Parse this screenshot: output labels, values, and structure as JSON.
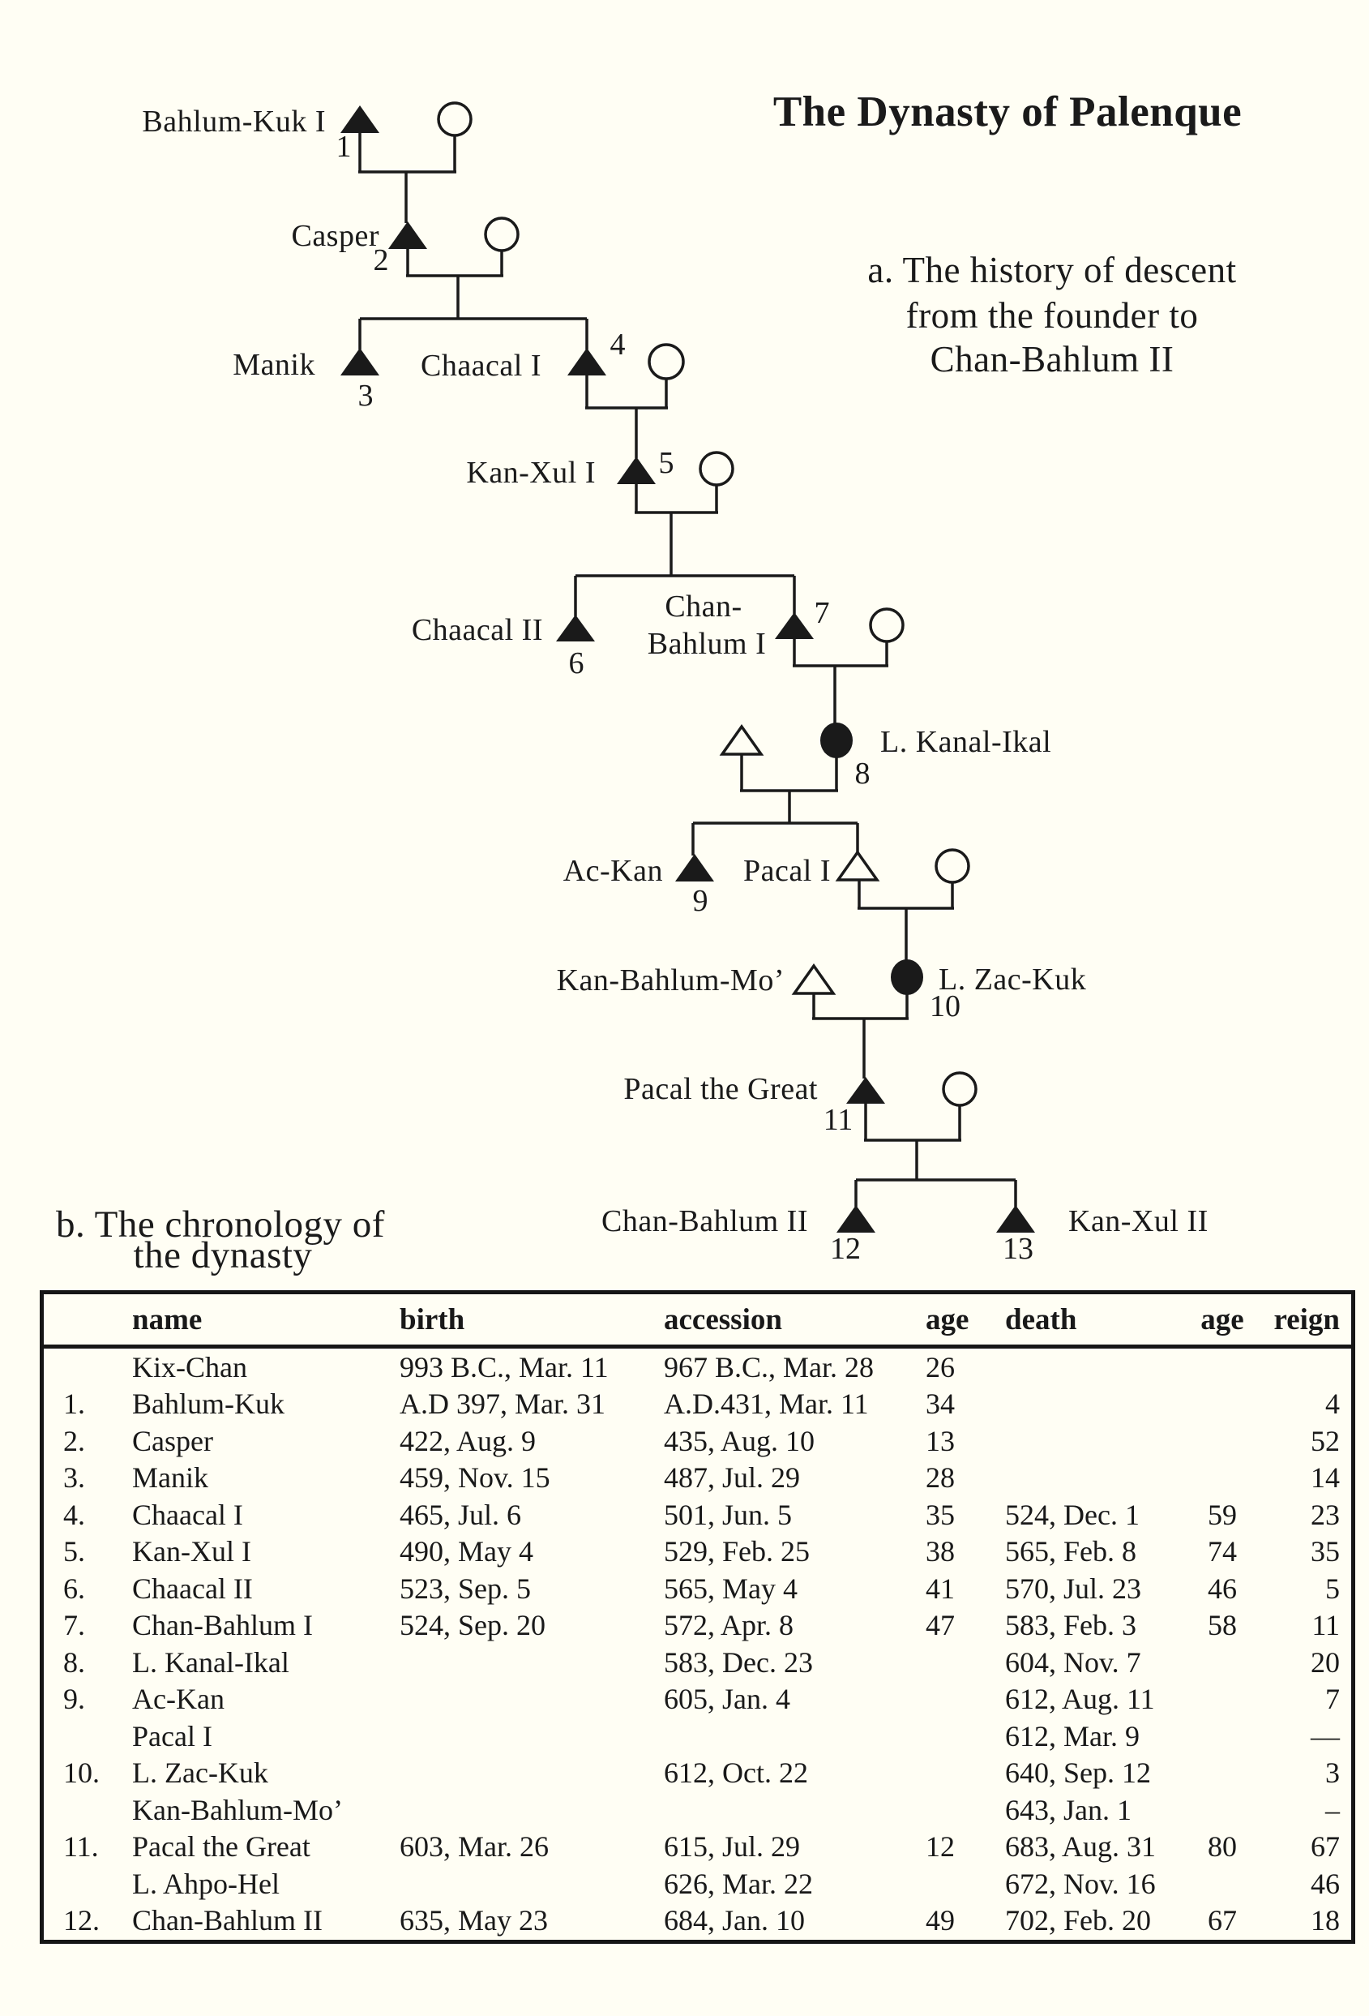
{
  "page": {
    "background": "#fffef4",
    "ink": "#1a1a1a"
  },
  "title": "The Dynasty of Palenque",
  "caption_a": {
    "line1": "a. The history of descent",
    "line2": "from the founder to",
    "line3": "Chan-Bahlum II"
  },
  "caption_b": {
    "line1": "b. The chronology of",
    "line2": "the dynasty"
  },
  "tree": {
    "labels": {
      "bahlum_kuk_i": "Bahlum-Kuk I",
      "casper": "Casper",
      "manik": "Manik",
      "chaacal_i": "Chaacal I",
      "kan_xul_i": "Kan-Xul I",
      "chaacal_ii": "Chaacal II",
      "chan_bahlum_i_line1": "Chan-",
      "chan_bahlum_i_line2": "Bahlum I",
      "l_kanal_ikal": "L. Kanal-Ikal",
      "ac_kan": "Ac-Kan",
      "pacal_i": "Pacal I",
      "kan_bahlum_mo": "Kan-Bahlum-Mo’",
      "l_zac_kuk": "L. Zac-Kuk",
      "pacal_the_great": "Pacal the Great",
      "chan_bahlum_ii": "Chan-Bahlum II",
      "kan_xul_ii": "Kan-Xul II"
    },
    "numbers": {
      "n1": "1",
      "n2": "2",
      "n3": "3",
      "n4": "4",
      "n5": "5",
      "n6": "6",
      "n7": "7",
      "n8": "8",
      "n9": "9",
      "n10": "10",
      "n11": "11",
      "n12": "12",
      "n13": "13"
    }
  },
  "table": {
    "headers": [
      "name",
      "birth",
      "accession",
      "age",
      "death",
      "age",
      "reign"
    ],
    "column_keys": [
      "num",
      "name",
      "birth",
      "accession",
      "age1",
      "death",
      "age2",
      "reign"
    ],
    "rows": [
      {
        "num": "",
        "name": "Kix-Chan",
        "birth": "993 B.C., Mar. 11",
        "accession": "967 B.C., Mar. 28",
        "age1": "26",
        "death": "",
        "age2": "",
        "reign": ""
      },
      {
        "num": "1.",
        "name": "Bahlum-Kuk",
        "birth": "A.D 397, Mar. 31",
        "accession": "A.D.431, Mar. 11",
        "age1": "34",
        "death": "",
        "age2": "",
        "reign": "4"
      },
      {
        "num": "2.",
        "name": "Casper",
        "birth": "422, Aug. 9",
        "accession": "435, Aug. 10",
        "age1": "13",
        "death": "",
        "age2": "",
        "reign": "52"
      },
      {
        "num": "3.",
        "name": "Manik",
        "birth": "459, Nov. 15",
        "accession": "487, Jul. 29",
        "age1": "28",
        "death": "",
        "age2": "",
        "reign": "14"
      },
      {
        "num": "4.",
        "name": "Chaacal I",
        "birth": "465, Jul. 6",
        "accession": "501, Jun. 5",
        "age1": "35",
        "death": "524, Dec. 1",
        "age2": "59",
        "reign": "23"
      },
      {
        "num": "5.",
        "name": "Kan-Xul I",
        "birth": "490, May 4",
        "accession": "529, Feb. 25",
        "age1": "38",
        "death": "565, Feb. 8",
        "age2": "74",
        "reign": "35"
      },
      {
        "num": "6.",
        "name": "Chaacal II",
        "birth": "523, Sep. 5",
        "accession": "565, May 4",
        "age1": "41",
        "death": "570, Jul. 23",
        "age2": "46",
        "reign": "5"
      },
      {
        "num": "7.",
        "name": "Chan-Bahlum I",
        "birth": "524, Sep. 20",
        "accession": "572, Apr. 8",
        "age1": "47",
        "death": "583, Feb. 3",
        "age2": "58",
        "reign": "11"
      },
      {
        "num": "8.",
        "name": "L. Kanal-Ikal",
        "birth": "",
        "accession": "583, Dec. 23",
        "age1": "",
        "death": "604, Nov. 7",
        "age2": "",
        "reign": "20"
      },
      {
        "num": "9.",
        "name": "Ac-Kan",
        "birth": "",
        "accession": "605, Jan. 4",
        "age1": "",
        "death": "612, Aug. 11",
        "age2": "",
        "reign": "7"
      },
      {
        "num": "",
        "name": "Pacal I",
        "birth": "",
        "accession": "",
        "age1": "",
        "death": "612, Mar. 9",
        "age2": "",
        "reign": "—"
      },
      {
        "num": "10.",
        "name": "L. Zac-Kuk",
        "birth": "",
        "accession": "612, Oct. 22",
        "age1": "",
        "death": "640, Sep. 12",
        "age2": "",
        "reign": "3"
      },
      {
        "num": "",
        "name": "Kan-Bahlum-Mo’",
        "birth": "",
        "accession": "",
        "age1": "",
        "death": "643, Jan. 1",
        "age2": "",
        "reign": "–"
      },
      {
        "num": "11.",
        "name": "Pacal the Great",
        "birth": "603, Mar. 26",
        "accession": "615, Jul. 29",
        "age1": "12",
        "death": "683, Aug. 31",
        "age2": "80",
        "reign": "67"
      },
      {
        "num": "",
        "name": "L. Ahpo-Hel",
        "birth": "",
        "accession": "626, Mar. 22",
        "age1": "",
        "death": "672, Nov. 16",
        "age2": "",
        "reign": "46"
      },
      {
        "num": "12.",
        "name": "Chan-Bahlum II",
        "birth": "635, May 23",
        "accession": "684, Jan. 10",
        "age1": "49",
        "death": "702, Feb. 20",
        "age2": "67",
        "reign": "18"
      }
    ]
  }
}
